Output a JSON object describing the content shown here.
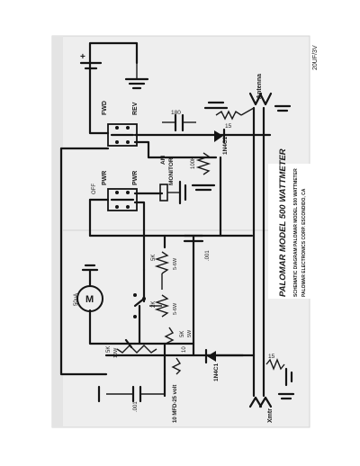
{
  "title_block": {
    "title": "PALOMAR MODEL 500 WATTMETER",
    "line1": "SCHEMATIC DIAGRAM PALOMAR MODEL 500 WATTMETER",
    "line2": "PALOMAR ELECTRONICS CORP. ESCONDIDO, CA"
  },
  "labels": {
    "top_right": "20UF/3V",
    "fwd": "FWD",
    "rev": "REV",
    "cap_180": "180",
    "r_15": "15",
    "antenna_top": "Antenna",
    "diode_top": "1N4C1",
    "pwr": "PWR",
    "off": "OFF",
    "pwr_right": "PWR",
    "monitor": "MONITOR",
    "am": "AM",
    "r_100k": "100K",
    "meter": "M",
    "meter_note": "50uA",
    "r_5k_top": "5K",
    "r_5k_top_b": "5-6W",
    "r_2k": "2K",
    "r_2k_b": "5-6W",
    "cap_001": ".001",
    "r_5k_bottom": "5K",
    "r_5k_bottom_b": "5W",
    "r_5k_left": "5K",
    "r_5k_left_b": "10W",
    "r_10": "10",
    "diode_bottom": "1N4C1",
    "r_15_bottom": "15",
    "xmtr": "Xmtr",
    "cap_bottom": ".001",
    "battery_note": "10 MFD-25 volt"
  }
}
